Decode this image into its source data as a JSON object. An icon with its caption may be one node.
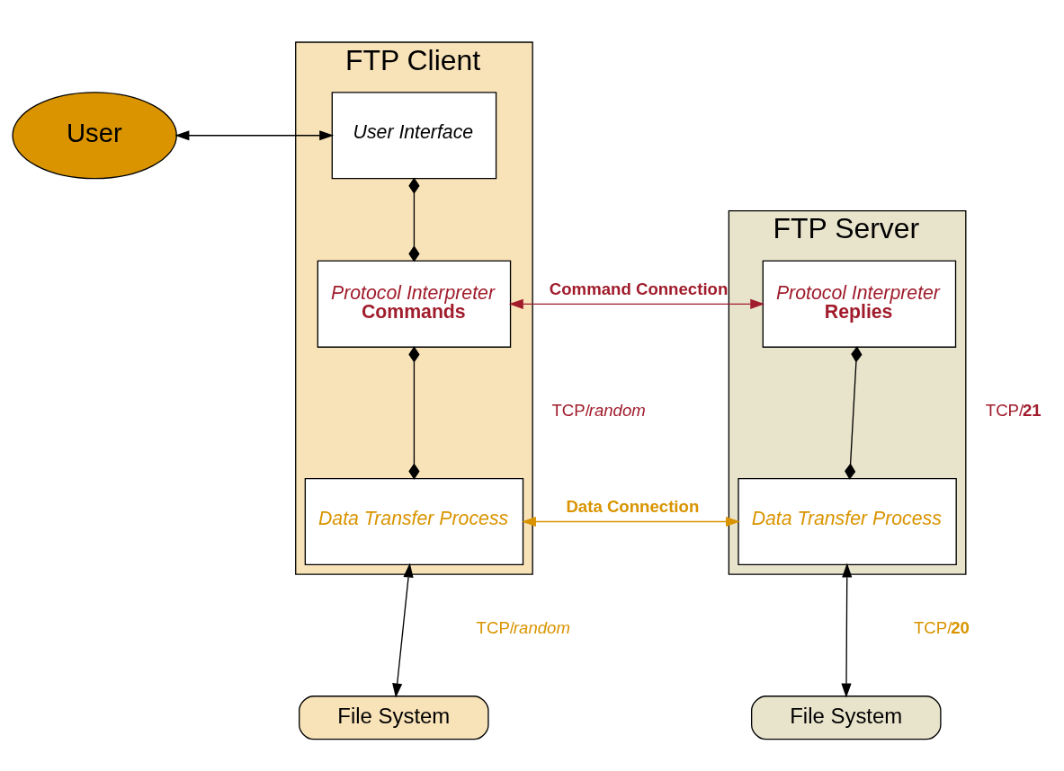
{
  "diagram": {
    "nodes": [
      {
        "text": [
          "User"
        ]
      },
      {
        "text": [
          "FTP Client"
        ]
      },
      {
        "text": [
          "User Interface"
        ],
        "in": 1
      },
      {
        "text": [
          "Protocol Interpreter",
          "Commands"
        ],
        "in": 1
      },
      {
        "text": [
          "Data Transfer Process"
        ],
        "in": 1
      },
      {
        "text": [
          "FTP Server"
        ]
      },
      {
        "text": [
          "Protocol Interpreter",
          "Replies"
        ],
        "in": 5
      },
      {
        "text": [
          "Data Transfer Process"
        ],
        "in": 5
      },
      {
        "text": [
          "File System"
        ]
      },
      {
        "text": [
          "File System"
        ]
      }
    ],
    "edges": [
      {
        "from": 0,
        "to": 2,
        "arrow": "both"
      },
      {
        "from": 2,
        "to": 3,
        "arrow": "other"
      },
      {
        "from": 3,
        "to": 4,
        "arrow": "other"
      },
      {
        "from": 6,
        "to": 7,
        "arrow": "other"
      },
      {
        "from": 3,
        "to": 6,
        "arrow": "both",
        "label": "Command Connection",
        "color": "#a01c2c"
      },
      {
        "from": 4,
        "to": 7,
        "arrow": "both",
        "label": "Data Connection",
        "color": "#d99400"
      },
      {
        "from": 4,
        "to": 8,
        "arrow": "both"
      },
      {
        "from": 7,
        "to": 9,
        "arrow": "both"
      }
    ],
    "labels": [
      "TCP/*random*",
      "TCP/**21**",
      "TCP/*random*",
      "TCP/**20**"
    ]
  }
}
